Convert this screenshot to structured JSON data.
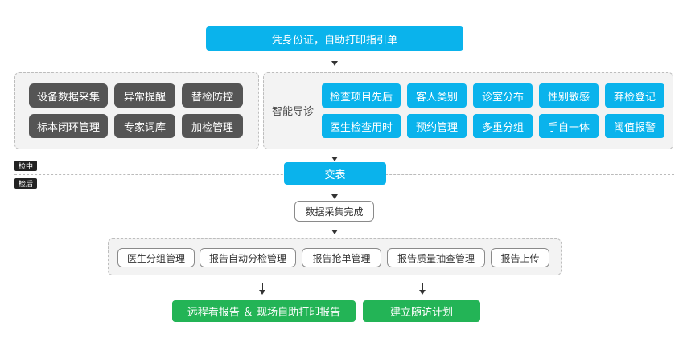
{
  "top_box": "凭身份证，自助打印指引单",
  "left_group": {
    "items": [
      "设备数据采集",
      "异常提醒",
      "替检防控",
      "标本闭环管理",
      "专家词库",
      "加检管理"
    ]
  },
  "right_group": {
    "title": "智能导诊",
    "items": [
      "检查项目先后",
      "客人类别",
      "诊室分布",
      "性别敏感",
      "弃检登记",
      "医生检查用时",
      "预约管理",
      "多重分组",
      "手自一体",
      "阈值报警"
    ]
  },
  "stage_tags": [
    "检中",
    "检后"
  ],
  "submit_box": "交表",
  "data_box": "数据采集完成",
  "report_group": {
    "items": [
      "医生分组管理",
      "报告自动分检管理",
      "报告抢单管理",
      "报告质量抽查管理",
      "报告上传"
    ]
  },
  "outputs": [
    "远程看报告 ＆ 现场自助打印报告",
    "建立随访计划"
  ],
  "colors": {
    "blue": "#0ab3ec",
    "dark": "#555555",
    "green": "#23b456"
  }
}
